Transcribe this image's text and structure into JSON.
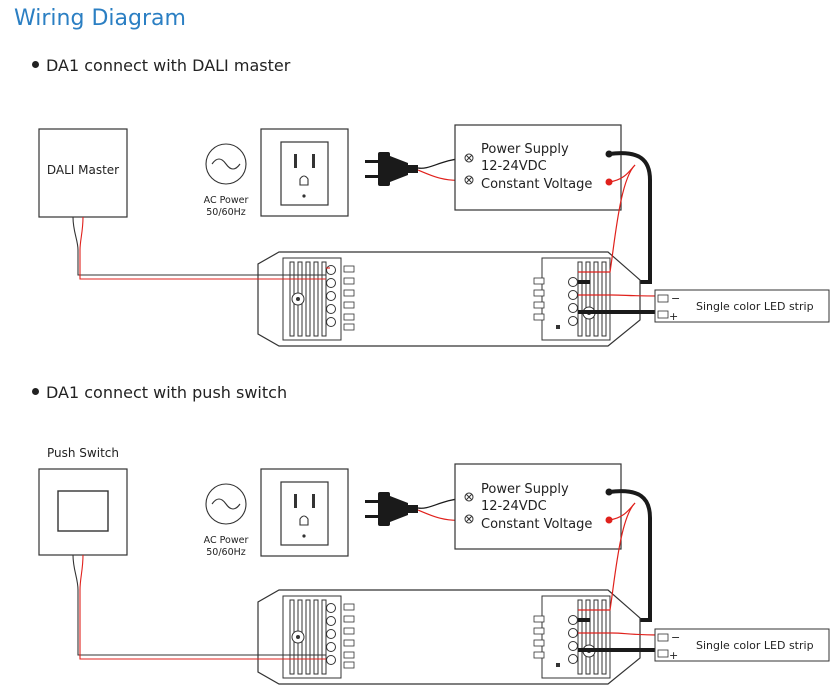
{
  "title": "Wiring Diagram",
  "sections": [
    {
      "heading": "DA1 connect with DALI master",
      "controller_label": "DALI Master",
      "ac_label_1": "AC Power",
      "ac_label_2": "50/60Hz",
      "psu_line1": "Power Supply",
      "psu_line2": "12-24VDC",
      "psu_line3": "Constant Voltage",
      "led_label": "Single color LED strip",
      "led_minus": "−",
      "led_plus": "+"
    },
    {
      "heading": "DA1 connect with push switch",
      "controller_label": "Push Switch",
      "ac_label_1": "AC Power",
      "ac_label_2": "50/60Hz",
      "psu_line1": "Power Supply",
      "psu_line2": "12-24VDC",
      "psu_line3": "Constant Voltage",
      "led_label": "Single color LED strip",
      "led_minus": "−",
      "led_plus": "+"
    }
  ],
  "colors": {
    "title": "#2b7fc3",
    "wire_red": "#e0211c",
    "wire_black": "#1a1a1a",
    "line": "#333333"
  }
}
